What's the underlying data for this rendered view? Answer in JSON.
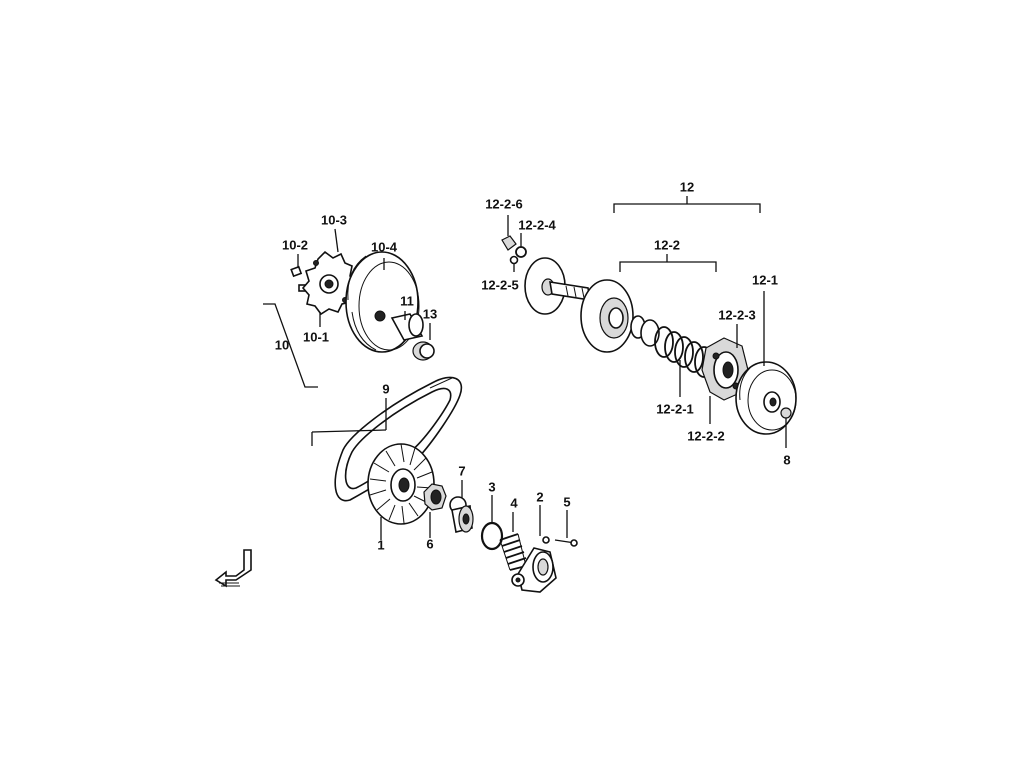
{
  "callouts": {
    "c1": "1",
    "c2": "2",
    "c3": "3",
    "c4": "4",
    "c5": "5",
    "c6": "6",
    "c7": "7",
    "c8": "8",
    "c9": "9",
    "c10": "10",
    "c10_1": "10-1",
    "c10_2": "10-2",
    "c10_3": "10-3",
    "c10_4": "10-4",
    "c11": "11",
    "c12": "12",
    "c12_1": "12-1",
    "c12_2": "12-2",
    "c12_2_1": "12-2-1",
    "c12_2_2": "12-2-2",
    "c12_2_3": "12-2-3",
    "c12_2_4": "12-2-4",
    "c12_2_5": "12-2-5",
    "c12_2_6": "12-2-6",
    "c13": "13"
  }
}
